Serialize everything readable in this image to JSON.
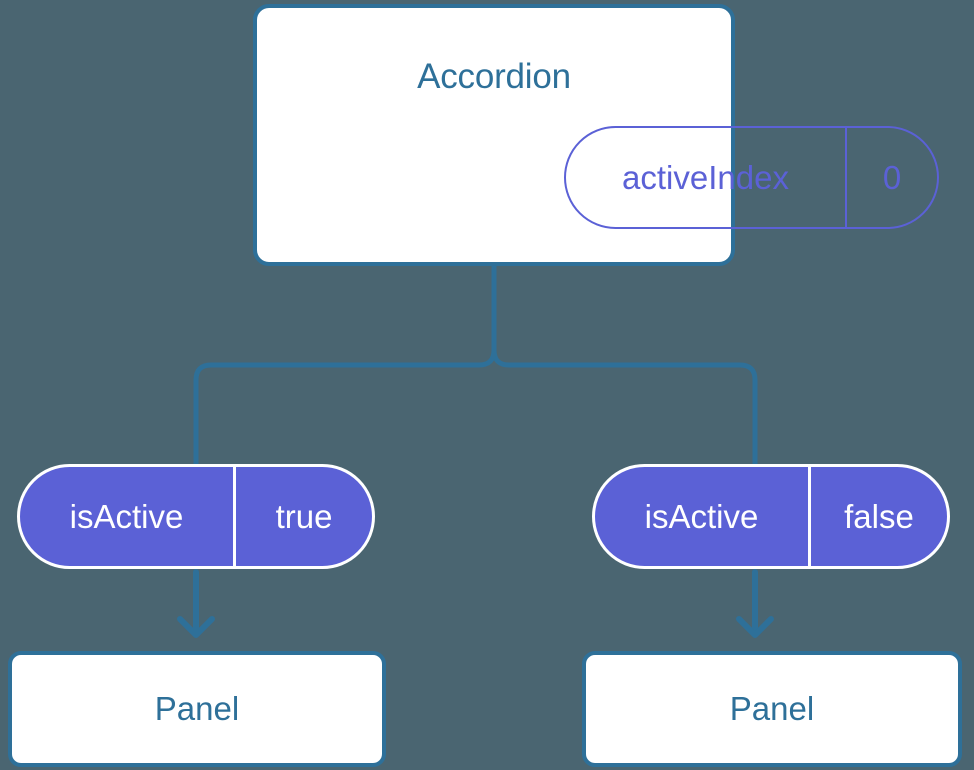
{
  "diagram": {
    "title": "Accordion component state tree",
    "background_color": "#4a6571",
    "colors": {
      "card_border": "#2e7099",
      "card_text": "#2e7099",
      "card_background": "#ffffff",
      "pill_outline": "#5b61d6",
      "pill_fill": "#5b61d6",
      "pill_text_on_fill": "#ffffff",
      "connector": "#2e7099"
    }
  },
  "parent": {
    "name": "accordion-card",
    "title": "Accordion",
    "state_pill": {
      "key": "activeIndex",
      "value": "0"
    }
  },
  "children": [
    {
      "name": "branch-left",
      "prop_pill": {
        "key": "isActive",
        "value": "true"
      },
      "panel": {
        "label": "Panel"
      }
    },
    {
      "name": "branch-right",
      "prop_pill": {
        "key": "isActive",
        "value": "false"
      },
      "panel": {
        "label": "Panel"
      }
    }
  ],
  "connectors": {
    "trunk_name": "parent-to-branches-connector",
    "arrow_left_name": "arrow-left-pill-to-panel",
    "arrow_right_name": "arrow-right-pill-to-panel"
  }
}
